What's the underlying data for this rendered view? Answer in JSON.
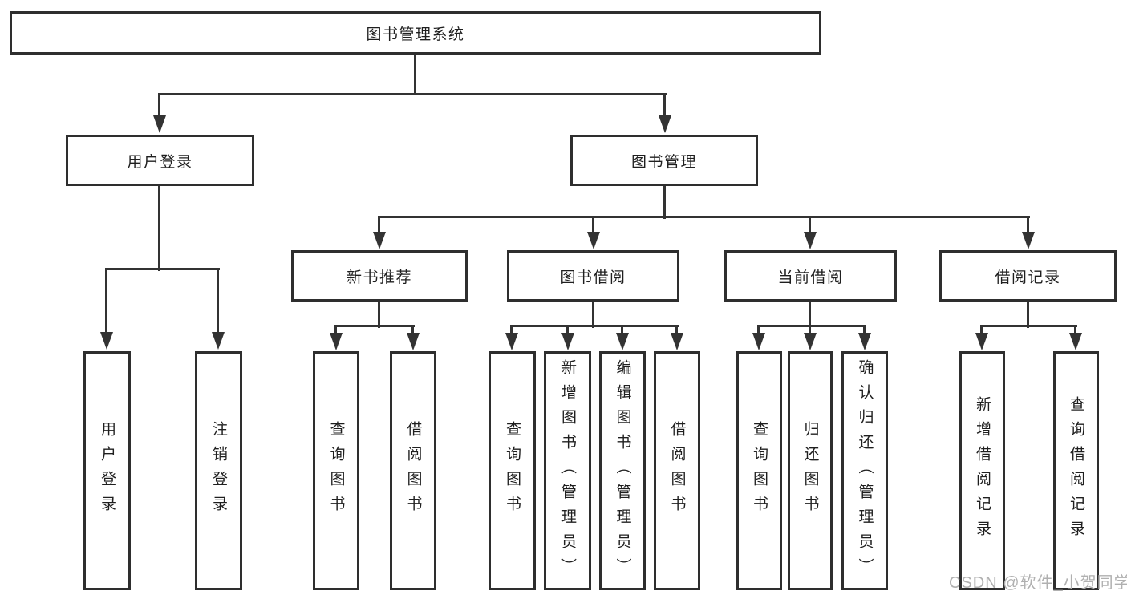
{
  "diagram": {
    "title": "图书管理系统",
    "root": {
      "label": "图书管理系统"
    },
    "level2": [
      {
        "label": "用户登录"
      },
      {
        "label": "图书管理"
      }
    ],
    "level3": [
      {
        "label": "新书推荐"
      },
      {
        "label": "图书借阅"
      },
      {
        "label": "当前借阅"
      },
      {
        "label": "借阅记录"
      }
    ],
    "leaves": {
      "user_login": [
        "用户登录",
        "注销登录"
      ],
      "new_book_recommend": [
        "查询图书",
        "借阅图书"
      ],
      "book_borrow": [
        "查询图书",
        "新增图书（管理员）",
        "编辑图书（管理员）",
        "借阅图书"
      ],
      "current_borrow": [
        "查询图书",
        "归还图书",
        "确认归还（管理员）"
      ],
      "borrow_record": [
        "新增借阅记录",
        "查询借阅记录"
      ]
    }
  },
  "watermark": {
    "text": "CSDN @软件_小贺同学"
  },
  "colors": {
    "line": "#333333",
    "border": "#2e2e2e",
    "text": "#1f1f1f",
    "background": "#ffffff",
    "watermark": "#b0b0b0"
  }
}
